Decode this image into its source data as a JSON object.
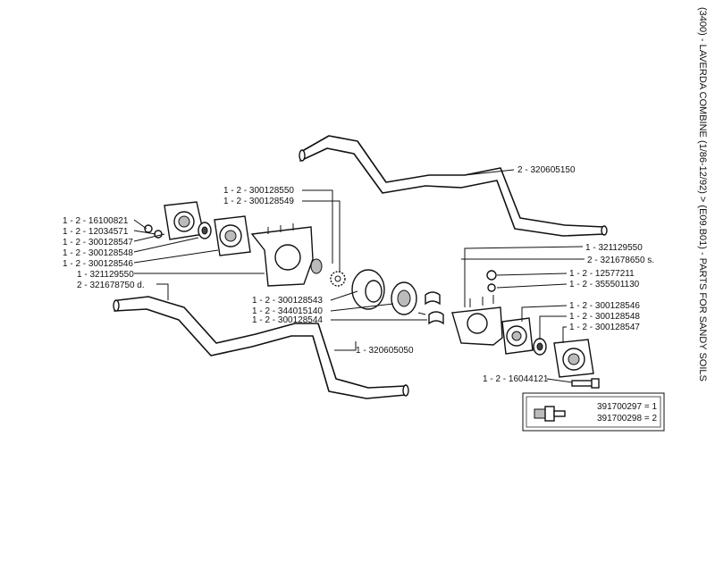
{
  "caption": "(3400) - LAVERDA COMBINE (1/86-12/92) > (E09.B01) - PARTS FOR SANDY SOILS",
  "callouts": {
    "c_320605150": "2 - 320605150",
    "c_300128550": "1 - 2 - 300128550",
    "c_300128549": "1 - 2 - 300128549",
    "c_16100821": "1 - 2 - 16100821",
    "c_12034571": "1 - 2 - 12034571",
    "c_300128547_l": "1 - 2 - 300128547",
    "c_300128548_l": "1 - 2 - 300128548",
    "c_300128546_l": "1 - 2 - 300128546",
    "c_321129550_l": "1 - 321129550",
    "c_321678750": "2 - 321678750 d.",
    "c_300128543": "1 - 2 - 300128543",
    "c_344015140": "1 - 2 - 344015140",
    "c_300128544": "1 - 2 - 300128544",
    "c_320605050": "1 - 320605050",
    "c_321129550_r": "1 - 321129550",
    "c_321678650": "2 - 321678650 s.",
    "c_12577211": "1 - 2 - 12577211",
    "c_355501130": "1 - 2 - 355501130",
    "c_300128546_r": "1 - 2 - 300128546",
    "c_300128548_r": "1 - 2 - 300128548",
    "c_300128547_r": "1 - 2 - 300128547",
    "c_16044121": "1 - 2 - 16044121"
  },
  "legend": {
    "line1": "391700297 = 1",
    "line2": "391700298 = 2"
  }
}
